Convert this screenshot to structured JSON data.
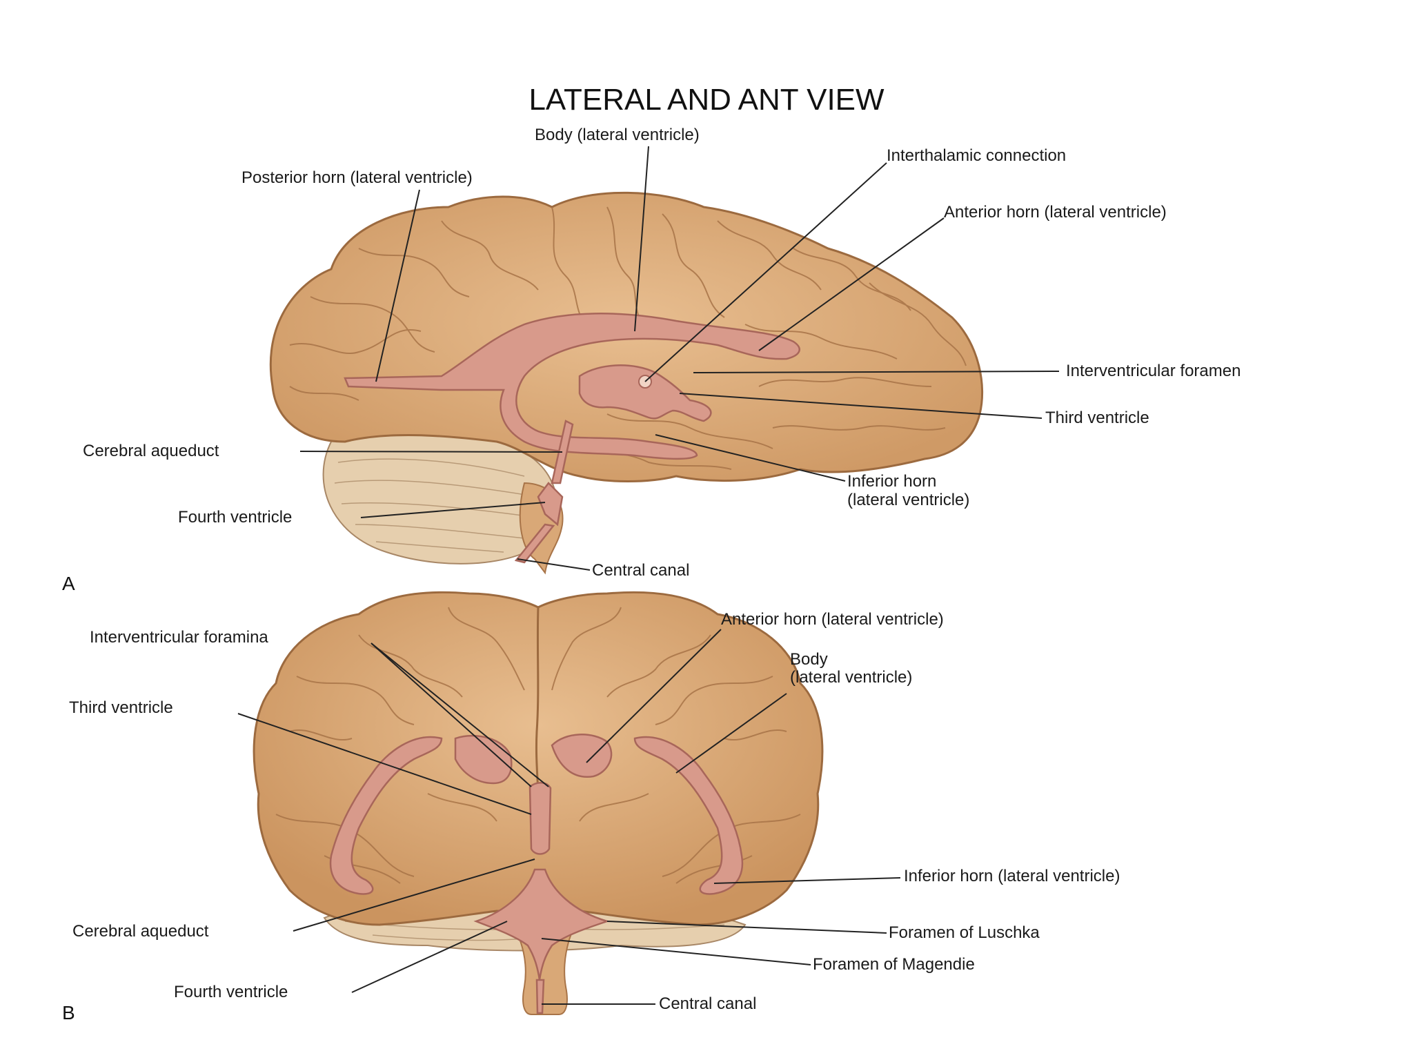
{
  "title": "LATERAL AND ANT VIEW",
  "colors": {
    "brain": "#deb07f",
    "brain_shadow": "#c9935f",
    "gyrus_line": "#a87448",
    "ventricle": "#d79a8a",
    "ventricle_edge": "#b06a5c",
    "cerebellum": "#e8d2b4",
    "leader": "#222222"
  },
  "panel_a": {
    "letter": "A",
    "labels": {
      "body": "Body (lateral ventricle)",
      "posterior_horn": "Posterior horn (lateral ventricle)",
      "interthalamic": "Interthalamic connection",
      "anterior_horn": "Anterior horn (lateral ventricle)",
      "interventricular_foramen": "Interventricular foramen",
      "third_ventricle": "Third ventricle",
      "cerebral_aqueduct": "Cerebral aqueduct",
      "inferior_horn_1": "Inferior horn",
      "inferior_horn_2": "(lateral ventricle)",
      "fourth_ventricle": "Fourth ventricle",
      "central_canal": "Central canal"
    }
  },
  "panel_b": {
    "letter": "B",
    "labels": {
      "interventricular_foramina": "Interventricular foramina",
      "anterior_horn": "Anterior horn (lateral ventricle)",
      "body_1": "Body",
      "body_2": "(lateral ventricle)",
      "third_ventricle": "Third ventricle",
      "inferior_horn": "Inferior horn (lateral ventricle)",
      "cerebral_aqueduct": "Cerebral aqueduct",
      "foramen_luschka": "Foramen of Luschka",
      "foramen_magendie": "Foramen of Magendie",
      "fourth_ventricle": "Fourth ventricle",
      "central_canal": "Central canal"
    }
  }
}
